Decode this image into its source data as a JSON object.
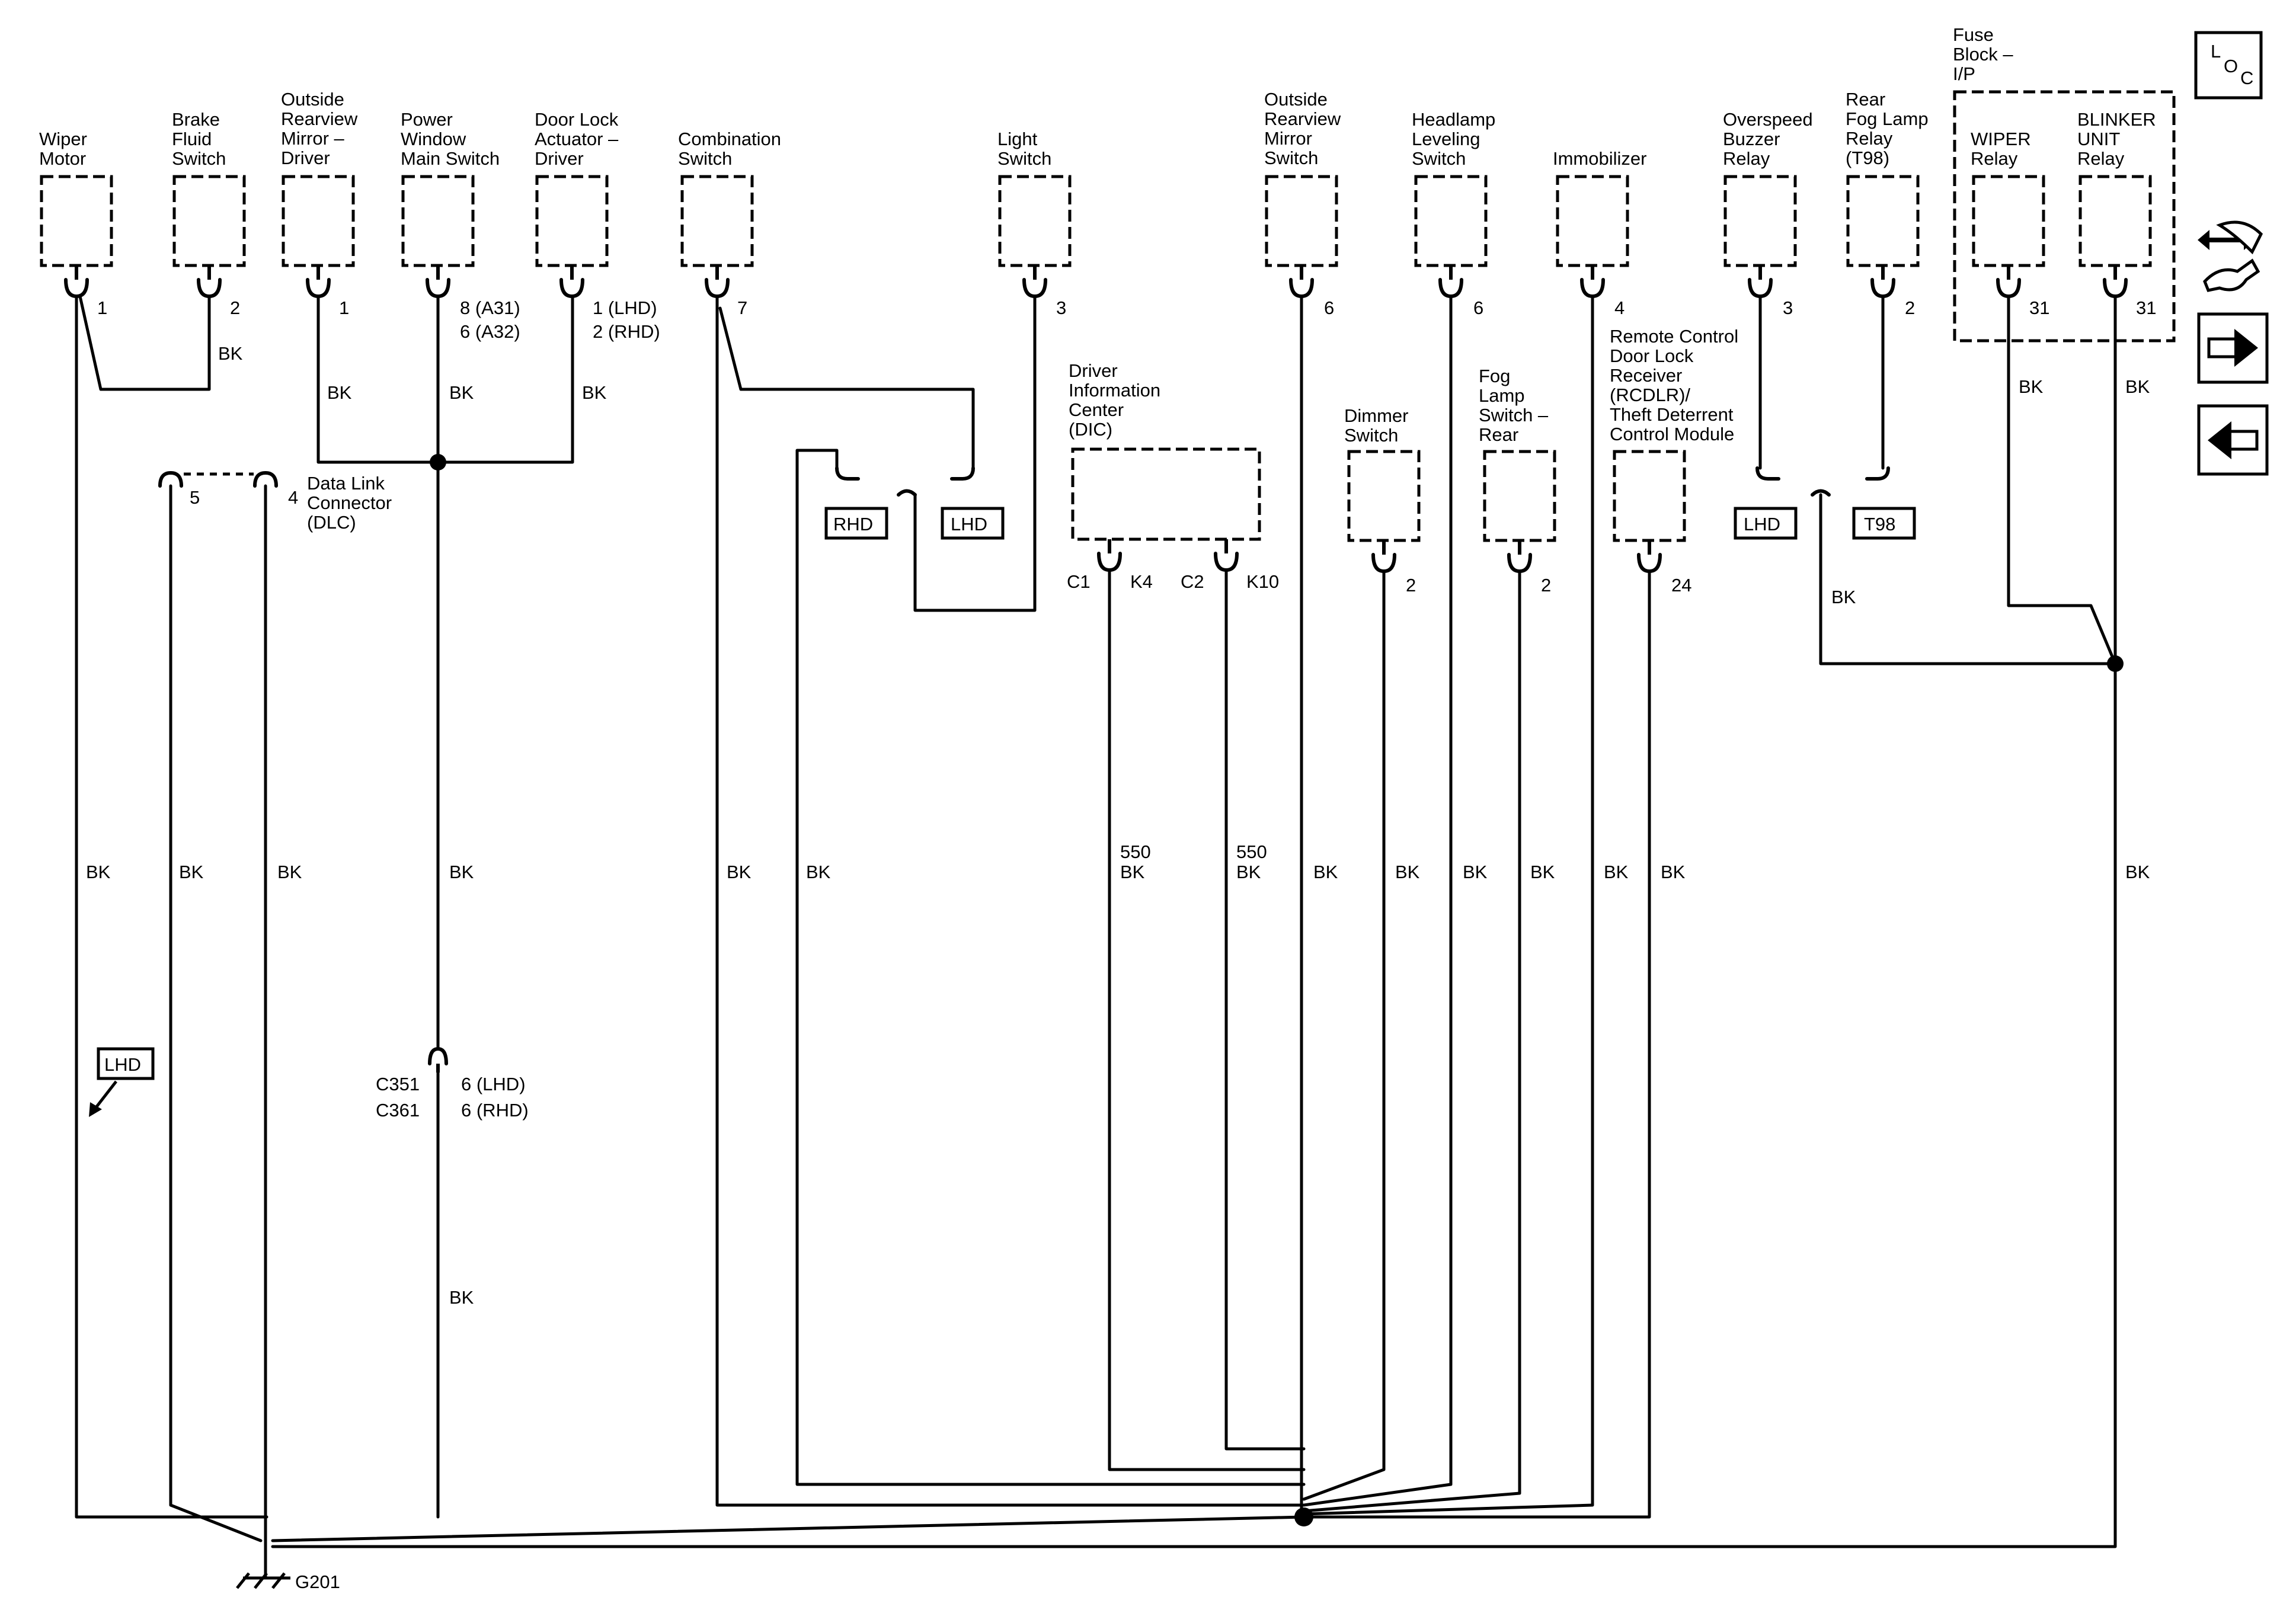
{
  "components": {
    "wiper_motor": [
      "Wiper",
      "Motor"
    ],
    "brake_fluid_switch": [
      "Brake",
      "Fluid",
      "Switch"
    ],
    "outside_mirror_driver": [
      "Outside",
      "Rearview",
      "Mirror –",
      "Driver"
    ],
    "power_window_switch": [
      "Power",
      "Window",
      "Main Switch"
    ],
    "door_lock_actuator": [
      "Door Lock",
      "Actuator –",
      "Driver"
    ],
    "combination_switch": [
      "Combination",
      "Switch"
    ],
    "light_switch": [
      "Light",
      "Switch"
    ],
    "driver_info_center": [
      "Driver",
      "Information",
      "Center",
      "(DIC)"
    ],
    "outside_mirror_switch": [
      "Outside",
      "Rearview",
      "Mirror",
      "Switch"
    ],
    "headlamp_leveling_switch": [
      "Headlamp",
      "Leveling",
      "Switch"
    ],
    "dimmer_switch": [
      "Dimmer",
      "Switch"
    ],
    "fog_lamp_switch_rear": [
      "Fog",
      "Lamp",
      "Switch –",
      "Rear"
    ],
    "immobilizer": [
      "Immobilizer"
    ],
    "rcdlr": [
      "Remote Control",
      "Door Lock",
      "Receiver",
      "(RCDLR)/",
      "Theft Deterrent",
      "Control Module"
    ],
    "overspeed_buzzer_relay": [
      "Overspeed",
      "Buzzer",
      "Relay"
    ],
    "rear_fog_lamp_relay": [
      "Rear",
      "Fog Lamp",
      "Relay",
      "(T98)"
    ],
    "fuse_block": [
      "Fuse",
      "Block –",
      "I/P"
    ],
    "wiper_relay": [
      "WIPER",
      "Relay"
    ],
    "blinker_unit_relay": [
      "BLINKER",
      "UNIT",
      "Relay"
    ],
    "dlc": [
      "Data Link",
      "Connector",
      "(DLC)"
    ]
  },
  "pins": {
    "wiper_motor": "1",
    "brake_fluid": "2",
    "mirror_driver": "1",
    "power_window": [
      "8 (A31)",
      "6 (A32)"
    ],
    "door_lock": [
      "1 (LHD)",
      "2 (RHD)"
    ],
    "combination": "7",
    "light": "3",
    "mirror_switch": "6",
    "headlamp": "6",
    "immobilizer": "4",
    "overspeed": "3",
    "rear_fog": "2",
    "wiper_relay": "31",
    "blinker": "31",
    "dlc_5": "5",
    "dlc_4": "4",
    "dic_c1": "C1",
    "dic_k4": "K4",
    "dic_c2": "C2",
    "dic_k10": "K10",
    "dimmer": "2",
    "fog_switch": "2",
    "rcdlr": "24",
    "c351": "C351",
    "c361": "C361",
    "c351_pin": "6 (LHD)",
    "c361_pin": "6 (RHD)"
  },
  "wire": {
    "bk": "BK",
    "circuit_550": "550"
  },
  "options": {
    "lhd": "LHD",
    "rhd": "RHD",
    "t98": "T98"
  },
  "ground": "G201",
  "loc_icon": [
    "L",
    "O",
    "C"
  ]
}
